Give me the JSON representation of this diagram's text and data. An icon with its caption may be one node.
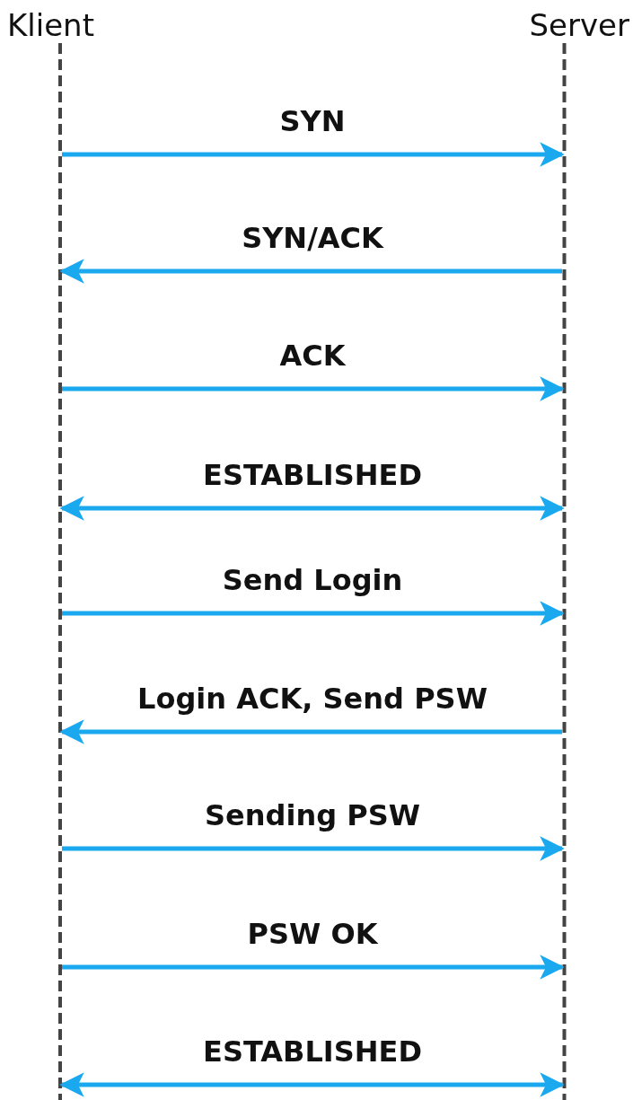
{
  "diagram": {
    "nodes": [
      {
        "text": [
          "Klient"
        ]
      },
      {
        "text": [
          "Server"
        ]
      }
    ],
    "edges": [
      {
        "from": 0,
        "to": 1,
        "arrow": "to",
        "label": "SYN"
      },
      {
        "from": 1,
        "to": 0,
        "arrow": "to",
        "label": "SYN/ACK"
      },
      {
        "from": 0,
        "to": 1,
        "arrow": "to",
        "label": "ACK"
      },
      {
        "from": 0,
        "to": 1,
        "arrow": "both",
        "label": "ESTABLISHED"
      },
      {
        "from": 0,
        "to": 1,
        "arrow": "to",
        "label": "Send Login"
      },
      {
        "from": 1,
        "to": 0,
        "arrow": "to",
        "label": "Login ACK, Send PSW"
      },
      {
        "from": 0,
        "to": 1,
        "arrow": "to",
        "label": "Sending PSW"
      },
      {
        "from": 0,
        "to": 1,
        "arrow": "to",
        "label": "PSW OK"
      },
      {
        "from": 0,
        "to": 1,
        "arrow": "both",
        "label": "ESTABLISHED"
      }
    ]
  }
}
